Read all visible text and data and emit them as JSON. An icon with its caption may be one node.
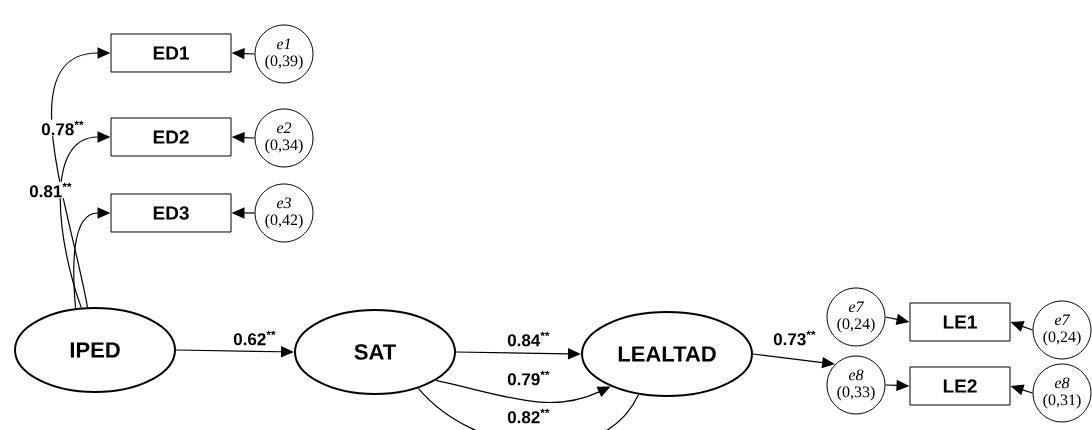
{
  "diagram": {
    "nodes": [
      {
        "text": [
          "ED1"
        ]
      },
      {
        "text": [
          "e1",
          "(0,39)"
        ]
      },
      {
        "text": [
          "ED2"
        ]
      },
      {
        "text": [
          "e2",
          "(0,34)"
        ]
      },
      {
        "text": [
          "ED3"
        ]
      },
      {
        "text": [
          "e3",
          "(0,42)"
        ]
      },
      {
        "text": [
          "IPED"
        ]
      },
      {
        "text": [
          "SAT"
        ]
      },
      {
        "text": [
          "LEALTAD"
        ]
      },
      {
        "text": [
          "e7",
          "(0,24)"
        ]
      },
      {
        "text": [
          "LE1"
        ]
      },
      {
        "text": [
          "e7",
          "(0,24)"
        ]
      },
      {
        "text": [
          "e8",
          "(0,33)"
        ]
      },
      {
        "text": [
          "LE2"
        ]
      },
      {
        "text": [
          "e8",
          "(0,31)"
        ]
      }
    ],
    "edges": [
      {
        "from": 6,
        "to": 0,
        "arrow": "to",
        "label": "0.78$^{**}$"
      },
      {
        "from": 6,
        "to": 2,
        "arrow": "to",
        "label": "0.81$^{**}$"
      },
      {
        "from": 6,
        "to": 4,
        "arrow": "to"
      },
      {
        "from": 1,
        "to": 0,
        "arrow": "to"
      },
      {
        "from": 3,
        "to": 2,
        "arrow": "to"
      },
      {
        "from": 5,
        "to": 4,
        "arrow": "to"
      },
      {
        "from": 6,
        "to": 7,
        "arrow": "to",
        "label": "0.62$^{**}$"
      },
      {
        "from": 7,
        "to": 8,
        "arrow": "to",
        "label": "0.84$^{**}$"
      },
      {
        "from": 7,
        "to": 8,
        "arrow": "to",
        "label": "0.79$^{**}$"
      },
      {
        "from": 7,
        "to": 8,
        "arrow": "none",
        "label": "0.82$^{**}$"
      },
      {
        "from": 8,
        "to": 12,
        "arrow": "to",
        "label": "0.73$^{**}$"
      },
      {
        "from": 9,
        "to": 10,
        "arrow": "to"
      },
      {
        "from": 11,
        "to": 10,
        "arrow": "to"
      },
      {
        "from": 12,
        "to": 13,
        "arrow": "to"
      },
      {
        "from": 14,
        "to": 13,
        "arrow": "to"
      }
    ]
  }
}
